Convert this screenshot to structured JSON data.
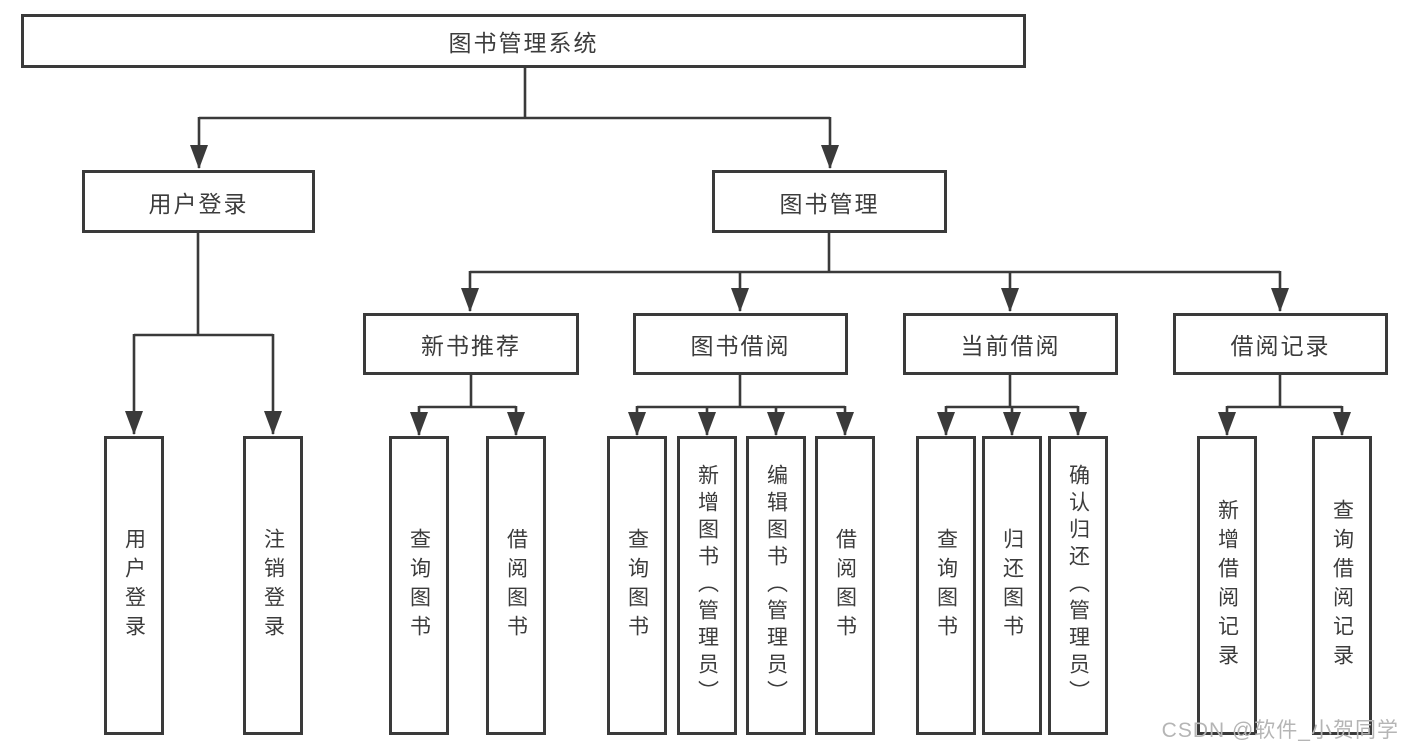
{
  "diagram": {
    "title": "图书管理系统",
    "colors": {
      "line": "#3a3a3a",
      "box_border": "#3a3a3a",
      "text": "#3c3c3c",
      "watermark": "#b5b5b5",
      "background": "#ffffff"
    },
    "tree": {
      "root": "图书管理系统",
      "branches": [
        {
          "label": "用户登录",
          "leaves": [
            "用户登录",
            "注销登录"
          ]
        },
        {
          "label": "图书管理",
          "sections": [
            {
              "label": "新书推荐",
              "leaves": [
                "查询图书",
                "借阅图书"
              ]
            },
            {
              "label": "图书借阅",
              "leaves": [
                "查询图书",
                "新增图书（管理员）",
                "编辑图书（管理员）",
                "借阅图书"
              ]
            },
            {
              "label": "当前借阅",
              "leaves": [
                "查询图书",
                "归还图书",
                "确认归还（管理员）"
              ]
            },
            {
              "label": "借阅记录",
              "leaves": [
                "新增借阅记录",
                "查询借阅记录"
              ]
            }
          ]
        }
      ]
    },
    "watermark": "CSDN @软件_小贺同学"
  }
}
